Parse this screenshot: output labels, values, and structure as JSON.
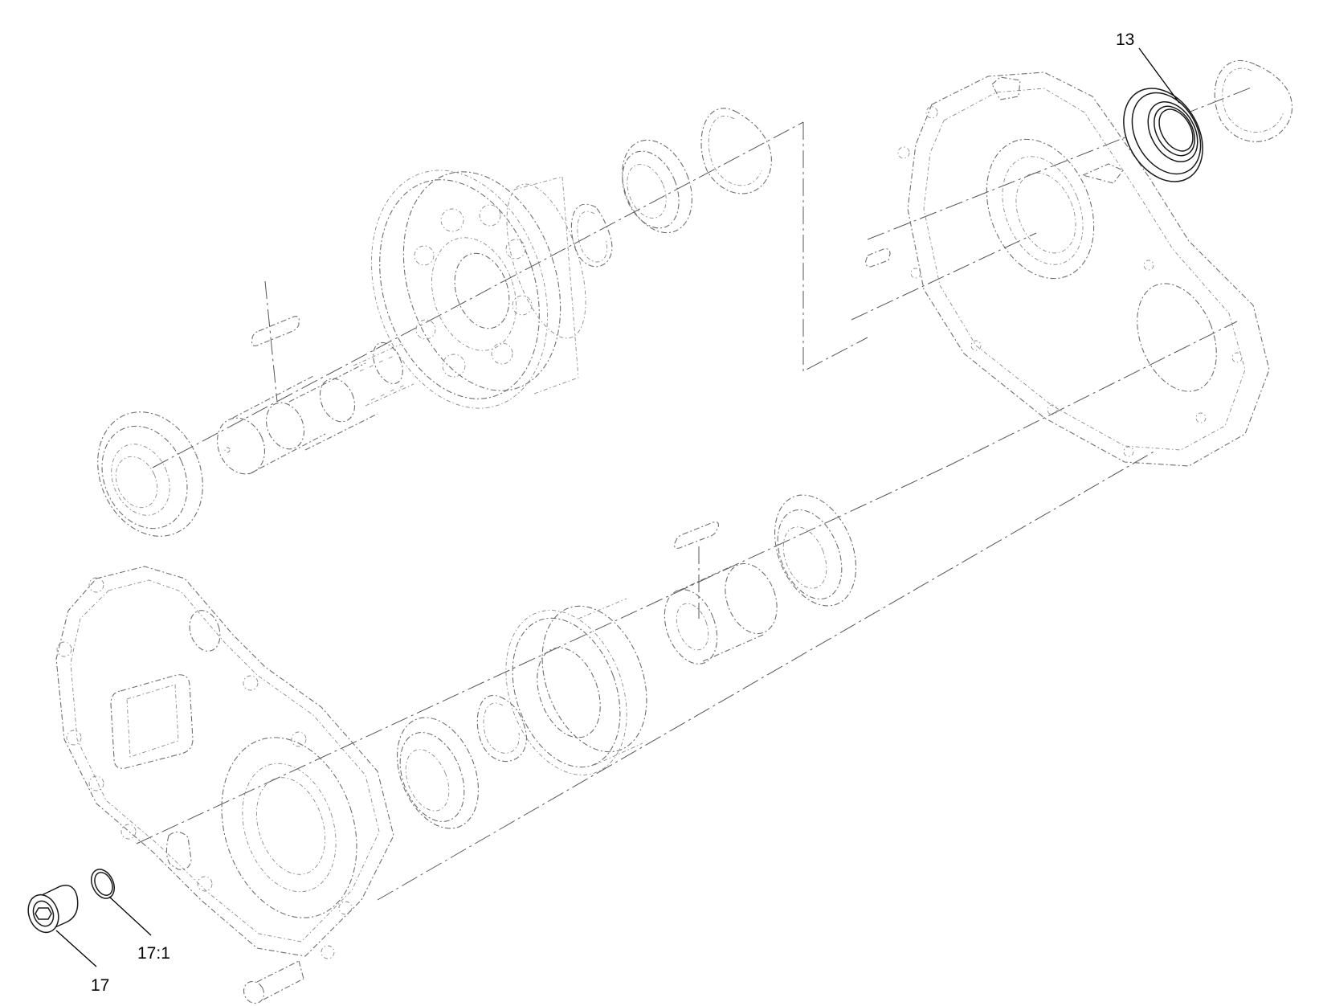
{
  "diagram": {
    "callouts": [
      {
        "id": "13",
        "label": "13"
      },
      {
        "id": "17:1",
        "label": "17:1"
      },
      {
        "id": "17",
        "label": "17"
      }
    ],
    "highlighted_parts": [
      "seal-13",
      "o-ring-17-1",
      "plug-17"
    ]
  }
}
